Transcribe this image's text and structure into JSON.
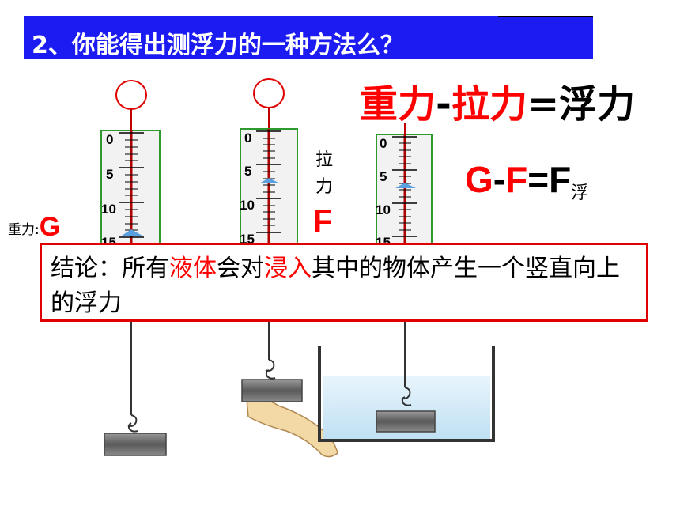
{
  "title": "2、你能得出测浮力的一种方法么？",
  "formula_cn": {
    "part1": "重力",
    "dash": "-",
    "part2": "拉力",
    "eq": "=浮力"
  },
  "formula_sym": {
    "g": "G",
    "dash": "-",
    "f": "F",
    "eq": "=F",
    "sub": "浮"
  },
  "gravity_label": {
    "text": "重力:",
    "symbol": "G"
  },
  "pull_label": {
    "char1": "拉",
    "char2": "力",
    "symbol": "F"
  },
  "scale_ticks": [
    "0",
    "5",
    "10",
    "15"
  ],
  "conclusion": {
    "p1": "结论：所有",
    "h1": "液体",
    "p2": "会对",
    "h2": "浸入",
    "p3": "其中的物体产生一个竖直向上的浮力"
  },
  "colors": {
    "title_bg": "#1b1bf2",
    "accent_red": "#ff0000",
    "scale_border": "#2e9a2e",
    "water": "#cfe8f7"
  }
}
